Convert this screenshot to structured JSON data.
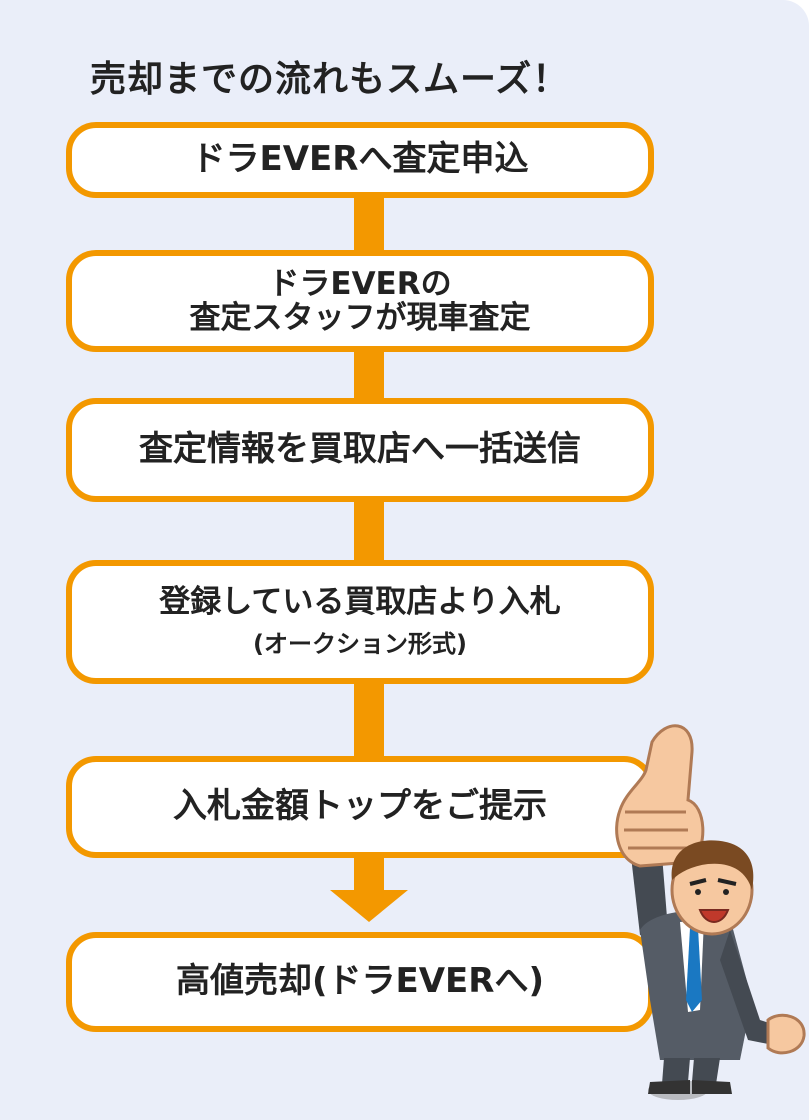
{
  "heading": "売却までの流れもスムーズ！",
  "steps": [
    {
      "lines": [
        "ドラEVERへ査定申込"
      ]
    },
    {
      "lines": [
        "ドラEVERの",
        "査定スタッフが現車査定"
      ]
    },
    {
      "lines": [
        "査定情報を買取店へ一括送信"
      ]
    },
    {
      "lines": [
        "登録している買取店より入札"
      ],
      "sub": "(オークション形式)"
    },
    {
      "lines": [
        "入札金額トップをご提示"
      ]
    },
    {
      "lines": [
        "高値売却(ドラEVERへ)"
      ]
    }
  ],
  "colors": {
    "accent": "#f39800",
    "background": "#eaeef9",
    "text": "#222222"
  },
  "icons": {
    "mascot": "businessman-thumbs-up-icon",
    "arrow": "down-arrow-icon"
  }
}
